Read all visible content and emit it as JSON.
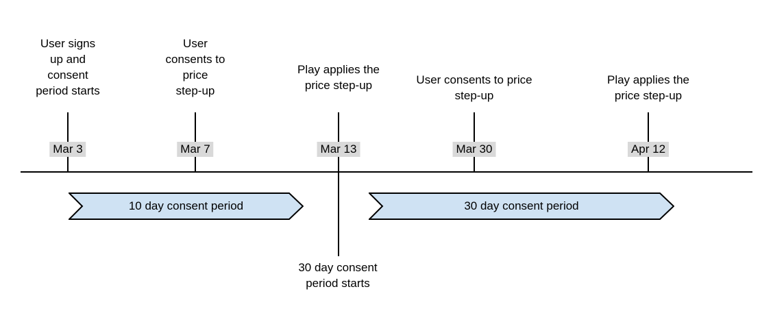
{
  "diagram": {
    "type": "timeline",
    "colors": {
      "banner_fill": "#cfe2f3",
      "banner_stroke": "#000000",
      "date_chip_bg": "#d9d9d9",
      "axis": "#000000",
      "text": "#000000"
    },
    "events": [
      {
        "date": "Mar 3",
        "label": "User signs\nup and\nconsent\nperiod starts"
      },
      {
        "date": "Mar 7",
        "label": "User\nconsents to\nprice\nstep-up"
      },
      {
        "date": "Mar 13",
        "label": "Play applies the\nprice step-up"
      },
      {
        "date": "Mar 30",
        "label": "User consents to price\nstep-up"
      },
      {
        "date": "Apr 12",
        "label": "Play applies the\nprice step-up"
      }
    ],
    "periods": [
      {
        "label": "10 day consent period"
      },
      {
        "label": "30 day consent period"
      }
    ],
    "annotations": [
      {
        "label": "30 day consent\nperiod starts"
      }
    ]
  }
}
